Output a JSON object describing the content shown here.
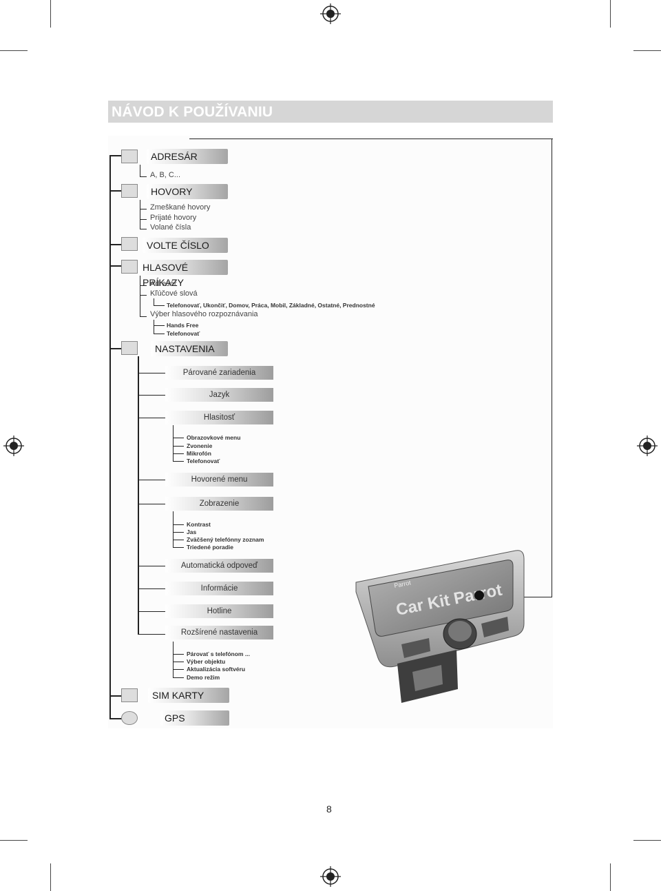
{
  "page": {
    "title": "NÁVOD K POUŽÍVANIU",
    "page_number": "8"
  },
  "menu": {
    "adresar": {
      "label": "ADRESÁR",
      "items": [
        "A, B, C..."
      ]
    },
    "hovory": {
      "label": "HOVORY",
      "items": [
        "Zmeškané hovory",
        "Prijaté hovory",
        "Volané čísla"
      ]
    },
    "volte_cislo": {
      "label": "VOLTE ČÍSLO"
    },
    "hlasove_prikazy": {
      "label": "HLASOVÉ PRÍKAZY",
      "items": [
        "Adresár",
        "Kľúčové slová",
        "Výber hlasového rozpoznávania"
      ],
      "keywords": "Telefonovať, Ukončiť, Domov, Práca, Mobil, Základné, Ostatné, Prednostné",
      "recognition": [
        "Hands Free",
        "Telefonovať"
      ]
    },
    "nastavenia": {
      "label": "NASTAVENIA",
      "sub": {
        "parovane": "Párované zariadenia",
        "jazyk": "Jazyk",
        "hlasitost": "Hlasitosť",
        "hlasitost_items": [
          "Obrazovkové menu",
          "Zvonenie",
          "Mikrofón",
          "Telefonovať"
        ],
        "hovorene": "Hovorené menu",
        "zobrazenie": "Zobrazenie",
        "zobrazenie_items": [
          "Kontrast",
          "Jas",
          "Zväčšený telefónny zoznam",
          "Triedené poradie"
        ],
        "automaticka": "Automatická odpoveď",
        "informacie": "Informácie",
        "hotline": "Hotline",
        "rozsirene": "Rozšírené nastavenia",
        "rozsirene_items": [
          "Párovať s telefónom ...",
          "Výber objektu",
          "Aktualizácia softvéru",
          "Demo režim"
        ]
      }
    },
    "sim_karty": {
      "label": "SIM KARTY"
    },
    "gps": {
      "label": "GPS"
    }
  },
  "device": {
    "brand": "Parrot",
    "screen_text": "Car Kit Parrot"
  }
}
